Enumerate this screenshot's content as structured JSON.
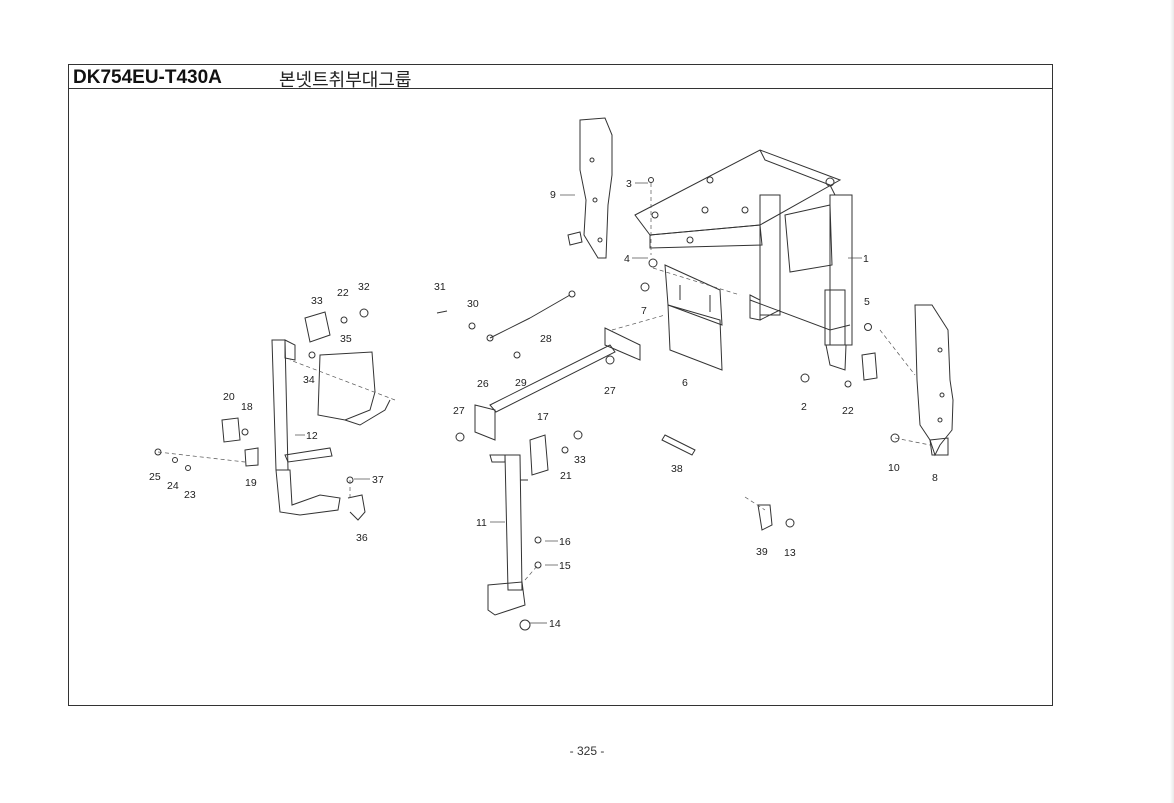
{
  "header": {
    "model_code": "DK754EU-T430A",
    "group_title": "본넷트취부대그룹"
  },
  "callouts": [
    "1",
    "2",
    "3",
    "4",
    "5",
    "6",
    "7",
    "8",
    "9",
    "10",
    "11",
    "12",
    "13",
    "14",
    "15",
    "16",
    "17",
    "18",
    "19",
    "20",
    "21",
    "22",
    "23",
    "24",
    "25",
    "26",
    "27",
    "28",
    "29",
    "30",
    "31",
    "32",
    "33",
    "34",
    "35",
    "36",
    "37",
    "38",
    "39"
  ],
  "page_number": "- 325 -"
}
